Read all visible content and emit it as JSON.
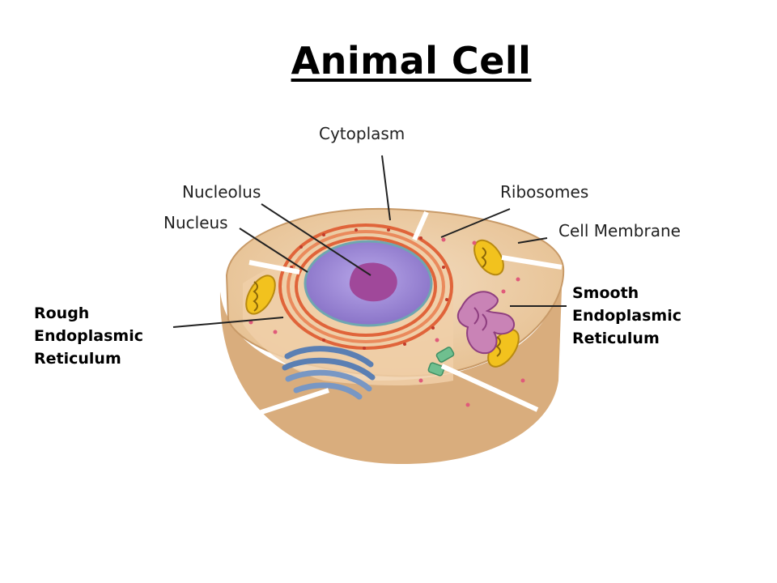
{
  "title": "Animal Cell",
  "labels": {
    "cytoplasm": "Cytoplasm",
    "nucleolus": "Nucleolus",
    "nucleus": "Nucleus",
    "ribosomes": "Ribosomes",
    "cell_membrane": "Cell Membrane",
    "rough_er": [
      "Rough",
      "Endoplasmic",
      "Reticulum"
    ],
    "smooth_er": [
      "Smooth",
      "Endoplasmic",
      "Reticulum"
    ]
  },
  "colors": {
    "cell_fill": "#e8c59a",
    "cell_side": "#d9ab78",
    "nucleus": "#9b86d4",
    "nucleolus": "#a0489a",
    "rough_er": "#e0643a",
    "mitochondria": "#f2c21e",
    "golgi": "#5b7fb3",
    "smooth_er": "#b868a8"
  }
}
